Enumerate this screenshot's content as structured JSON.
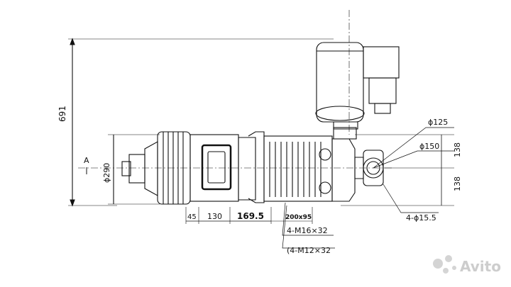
{
  "drawing": {
    "dim_height_691": "691",
    "dim_dia_290": "ϕ290",
    "section_mark": "A",
    "dim_45": "45",
    "dim_130": "130",
    "dim_169_5": "169.5",
    "dim_200x95": "200x95",
    "note_m16": "4-M16×32",
    "note_m12": "(4-M12×32",
    "dim_dia_125": "ϕ125",
    "dim_dia_150": "ϕ150",
    "dim_138_top": "138",
    "dim_138_bottom": "138",
    "note_hole": "4-ϕ15.5"
  },
  "watermark": {
    "text": "Avito",
    "icon": "avito-logo-icon"
  }
}
